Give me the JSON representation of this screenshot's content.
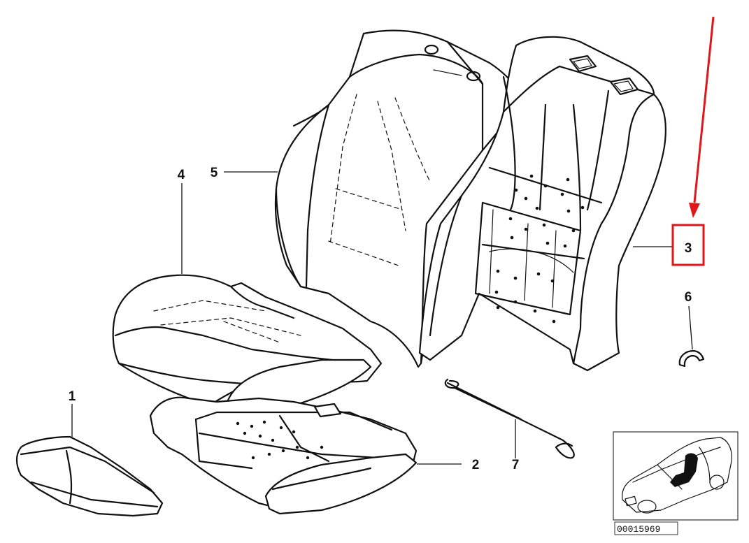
{
  "callouts": {
    "c1": "1",
    "c2": "2",
    "c3": "3",
    "c4": "4",
    "c5": "5",
    "c6": "6",
    "c7": "7"
  },
  "catalog_number": "00015969",
  "highlight": {
    "target": "3",
    "color": "#e0161b"
  }
}
